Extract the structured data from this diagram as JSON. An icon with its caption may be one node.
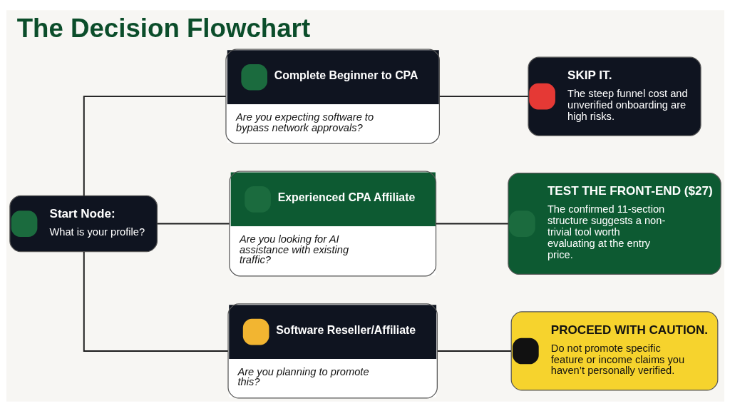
{
  "diagram": {
    "title": "The Decision Flowchart",
    "nodes": [
      {
        "text": [
          "Start Node:",
          "What is your profile?"
        ]
      },
      {
        "text": [
          "Complete Beginner to CPA",
          "Are you expecting software to bypass network approvals?"
        ]
      },
      {
        "text": [
          "Experienced CPA Affiliate",
          "Are you looking for AI assistance with existing traffic?"
        ]
      },
      {
        "text": [
          "Software Reseller/Affiliate",
          "Are you planning to promote this?"
        ]
      },
      {
        "text": [
          "SKIP IT.",
          "The steep funnel cost and unverified onboarding are high risks."
        ]
      },
      {
        "text": [
          "TEST THE FRONT-END ($27)",
          "The confirmed 11-section structure suggests a non-trivial tool worth evaluating at the entry price."
        ]
      },
      {
        "text": [
          "PROCEED WITH CAUTION.",
          "Do not promote specific feature or income claims you haven’t personally verified."
        ]
      }
    ],
    "edges": [
      {
        "from": 0,
        "to": 1,
        "arrow": "none"
      },
      {
        "from": 0,
        "to": 2,
        "arrow": "none"
      },
      {
        "from": 0,
        "to": 3,
        "arrow": "none"
      },
      {
        "from": 1,
        "to": 4,
        "arrow": "none"
      },
      {
        "from": 2,
        "to": 5,
        "arrow": "none"
      },
      {
        "from": 3,
        "to": 6,
        "arrow": "none"
      }
    ]
  }
}
